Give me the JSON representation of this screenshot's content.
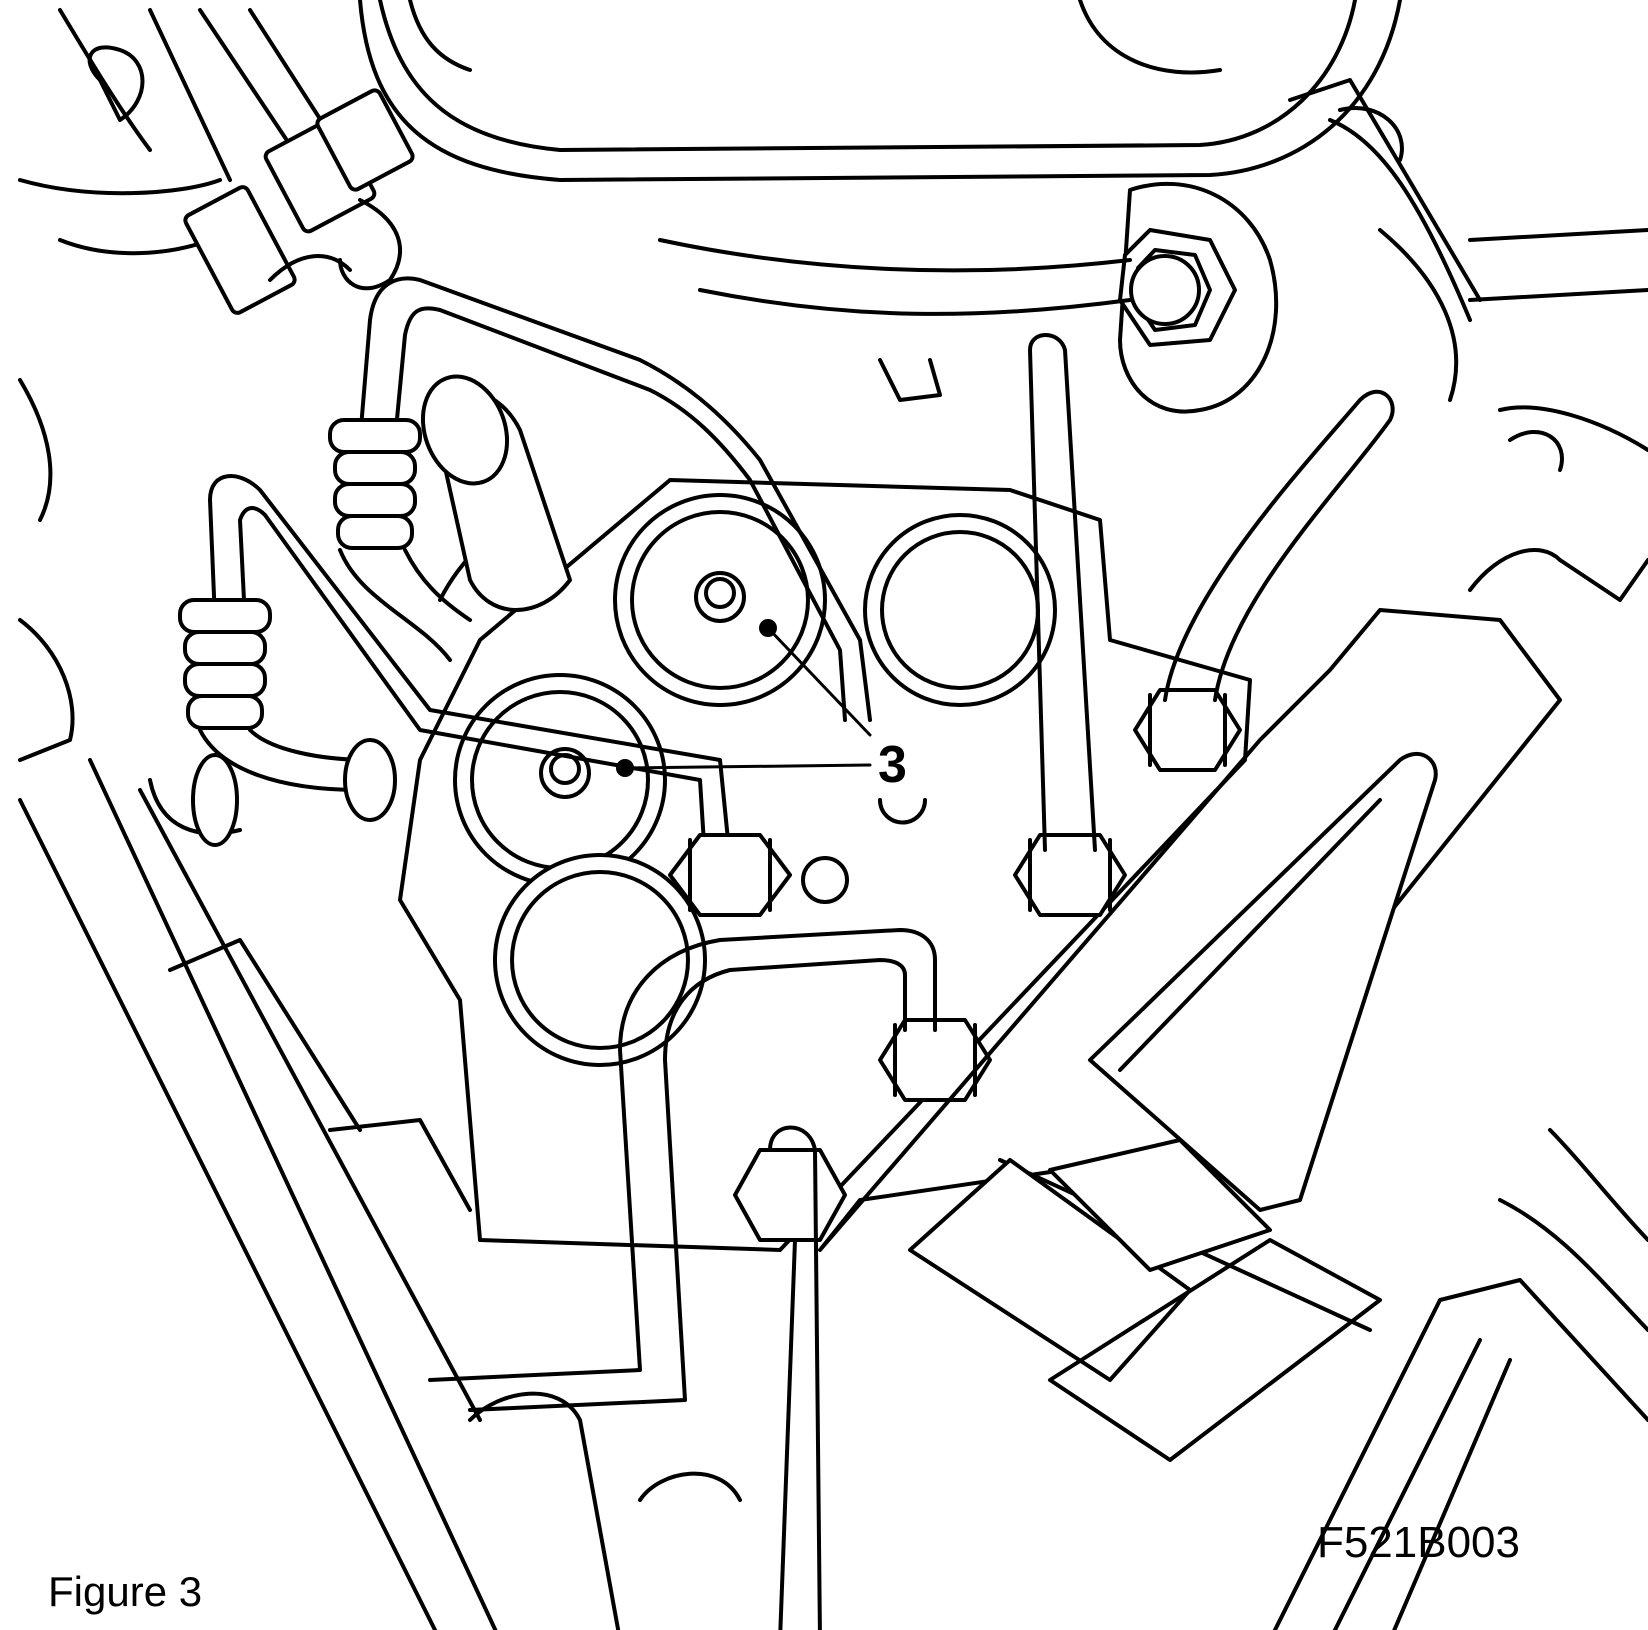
{
  "figure": {
    "caption": "Figure 3",
    "code": "F521B003"
  },
  "callouts": [
    {
      "label": "3"
    }
  ]
}
